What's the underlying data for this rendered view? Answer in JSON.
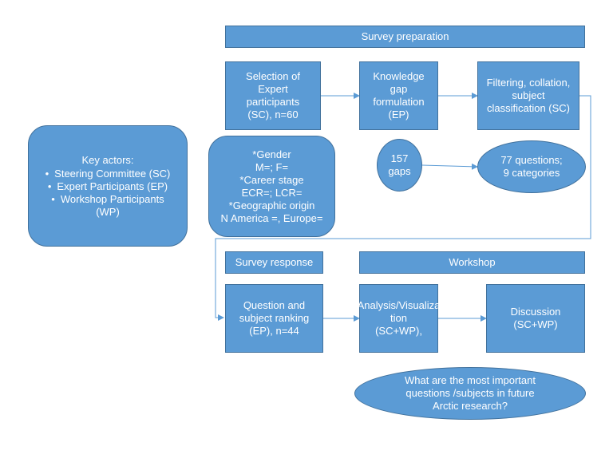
{
  "headers": {
    "survey_preparation": "Survey preparation",
    "survey_response": "Survey response",
    "workshop": "Workshop"
  },
  "key_actors": {
    "title": "Key actors:",
    "items": [
      "Steering Committee (SC)",
      "Expert Participants (EP)",
      "Workshop Participants",
      "(WP)"
    ]
  },
  "steps": {
    "selection": [
      "Selection of",
      "Expert",
      "participants",
      "(SC), n=60"
    ],
    "knowledge_gap": [
      "Knowledge",
      "gap",
      "formulation",
      "(EP)"
    ],
    "filtering": [
      "Filtering, collation,",
      "subject",
      "classification (SC)"
    ],
    "question_ranking": [
      "Question and",
      "subject ranking",
      "(EP), n=44"
    ],
    "analysis": [
      "Analysis/Visualiza",
      "tion",
      "(SC+WP),"
    ],
    "discussion": [
      "Discussion",
      "(SC+WP)"
    ]
  },
  "demographics": [
    "*Gender",
    "M=; F=",
    "*Career stage",
    "ECR=; LCR=",
    "*Geographic origin",
    "N America =, Europe="
  ],
  "gaps": [
    "157",
    "gaps"
  ],
  "questions": [
    "77 questions;",
    "9 categories"
  ],
  "research_question": [
    "What are the most important",
    "questions /subjects  in future",
    "Arctic research?"
  ],
  "colors": {
    "box_fill": "#5b9bd5",
    "box_border": "#41719c",
    "arrow": "#5b9bd5",
    "text": "#ffffff"
  }
}
